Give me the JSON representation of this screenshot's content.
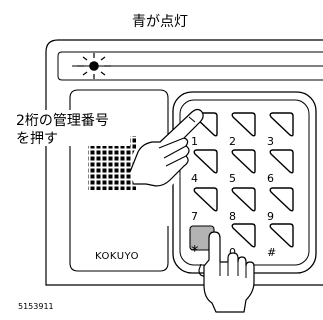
{
  "caption": "青が点灯",
  "instruction_line1": "2桁の管理番号",
  "instruction_line2": "を押す",
  "brand": "KOKUYO",
  "product_code": "5153911",
  "keys": [
    {
      "label": "1",
      "pressed": false
    },
    {
      "label": "2",
      "pressed": false
    },
    {
      "label": "3",
      "pressed": false
    },
    {
      "label": "4",
      "pressed": false
    },
    {
      "label": "5",
      "pressed": false
    },
    {
      "label": "6",
      "pressed": false
    },
    {
      "label": "7",
      "pressed": false
    },
    {
      "label": "8",
      "pressed": false
    },
    {
      "label": "9",
      "pressed": false
    },
    {
      "label": "*",
      "pressed": true
    },
    {
      "label": "0",
      "pressed": false
    },
    {
      "label": "#",
      "pressed": false
    }
  ],
  "icons": {
    "indicator": "blue-led-lit-icon",
    "pointing_hand": "pointing-hand-icon",
    "pressing_hand": "pressing-hand-icon"
  },
  "colors": {
    "line": "#000000",
    "pressed_key": "#b3b3b3",
    "background": "#ffffff"
  }
}
